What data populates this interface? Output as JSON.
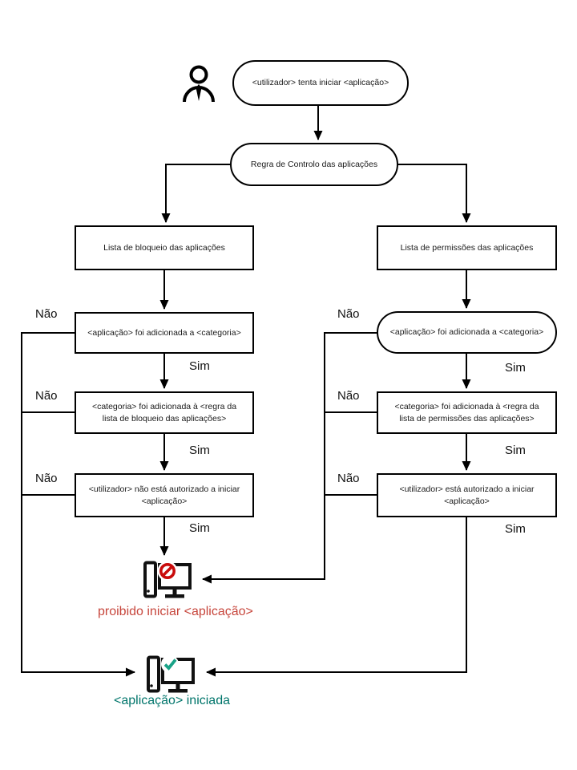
{
  "flow": {
    "start_node": "<utilizador> tenta iniciar <aplicação>",
    "rule_node": "Regra de Controlo das aplicações",
    "no_label": "Não",
    "yes_label": "Sim",
    "block_branch": {
      "list_node": "Lista de bloqueio das aplicações",
      "step1": "<aplicação> foi adicionada a <categoria>",
      "step2": "<categoria> foi adicionada à <regra da lista de bloqueio das aplicações>",
      "step3": "<utilizador> não está autorizado a iniciar <aplicação>"
    },
    "allow_branch": {
      "list_node": "Lista de permissões das aplicações",
      "step1": "<aplicação> foi adicionada a <categoria>",
      "step2": "<categoria> foi adicionada à <regra da lista de permissões das aplicações>",
      "step3": "<utilizador> está autorizado a iniciar <aplicação>"
    },
    "outcome_blocked": "proibido iniciar <aplicação>",
    "outcome_started": "<aplicação> iniciada",
    "colors": {
      "line": "#000000",
      "text": "#1a1a1a",
      "blocked_text": "#c7463c",
      "blocked_badge": "#c90c0c",
      "started_text": "#00756b",
      "started_badge": "#19a287"
    }
  }
}
